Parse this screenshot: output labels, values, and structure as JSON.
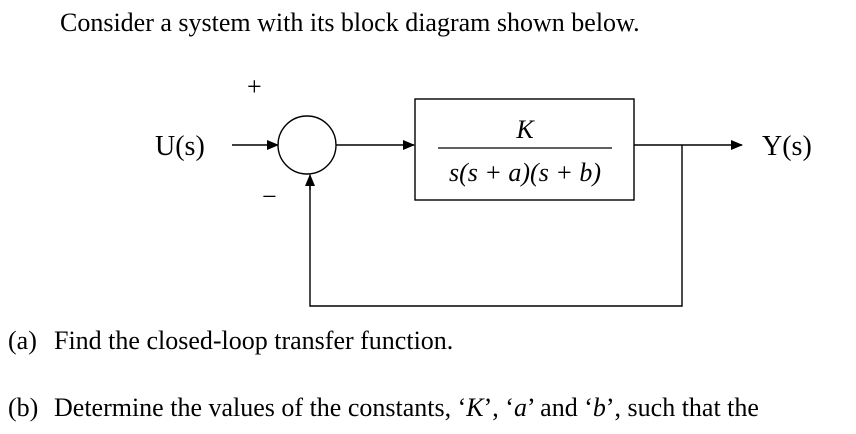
{
  "intro": "Consider a system with its block diagram shown below.",
  "diagram": {
    "input_label": "U(s)",
    "output_label": "Y(s)",
    "plus_sign": "+",
    "minus_sign": "−",
    "tf_numerator": "K",
    "tf_denominator": "s(s + a)(s + b)"
  },
  "questions": [
    {
      "label": "(a)",
      "text": "Find the closed-loop transfer function."
    },
    {
      "label": "(b)",
      "text_parts": [
        "Determine the values of the constants, ‘",
        "K",
        "’, ‘",
        "a",
        "’ and  ‘",
        "b",
        "’, such that the"
      ]
    }
  ]
}
